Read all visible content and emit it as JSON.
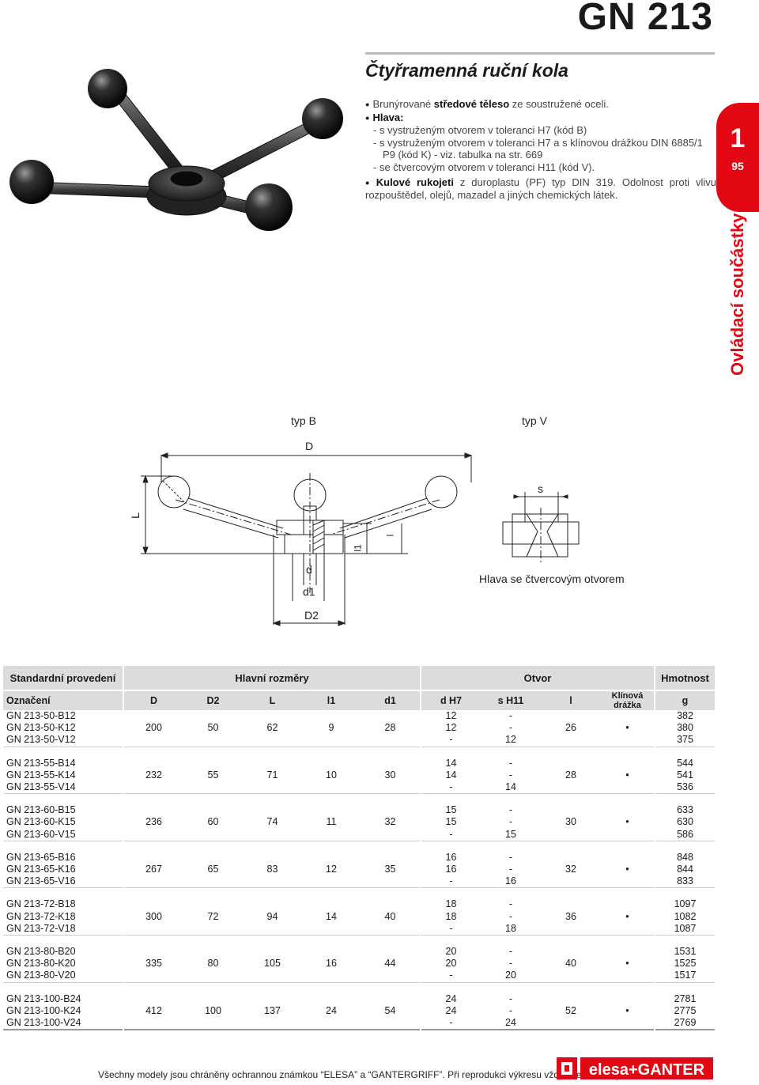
{
  "header": {
    "code": "GN 213",
    "title": "Čtyřramenná ruční kola"
  },
  "tab": {
    "number": "1",
    "page": "95",
    "side_label": "Ovládací součástky"
  },
  "description": {
    "line1_pre": "Brunýrované ",
    "line1_bold": "středové těleso",
    "line1_post": " ze soustružené oceli.",
    "head_label": "Hlava:",
    "head_items": [
      "- s vystruženým otvorem v toleranci H7 (kód B)",
      "- s vystruženým otvorem v toleranci H7 a s klínovou drážkou DIN 6885/1",
      "P9 (kód K) - viz. tabulka na str. 669",
      "- se čtvercovým otvorem v toleranci H11 (kód V)."
    ],
    "grip_bold": "Kulové rukojeti",
    "grip_text": " z duroplastu (PF) typ DIN 319. Odolnost proti vlivu rozpouštědel, olejů, mazadel a jiných chemických látek."
  },
  "drawing": {
    "type_b": "typ B",
    "type_v": "typ V",
    "dim_D": "D",
    "dim_L": "L",
    "dim_l1": "l1",
    "dim_l": "l",
    "dim_d": "d",
    "dim_d1": "d1",
    "dim_D2": "D2",
    "dim_s": "s",
    "caption_v": "Hlava se čtvercovým otvorem"
  },
  "table": {
    "group_headers": [
      "Standardní provedení",
      "Hlavní rozměry",
      "Otvor",
      "Hmotnost"
    ],
    "col_headers": [
      "Označení",
      "D",
      "D2",
      "L",
      "l1",
      "d1",
      "d H7",
      "s H11",
      "l",
      "Klínová drážka",
      "g"
    ],
    "groups": [
      {
        "codes": [
          "GN 213-50-B12",
          "GN 213-50-K12",
          "GN 213-50-V12"
        ],
        "D": "200",
        "D2": "50",
        "L": "62",
        "l1": "9",
        "d1": "28",
        "d": [
          "12",
          "12",
          "-"
        ],
        "s": [
          "-",
          "-",
          "12"
        ],
        "l": "26",
        "key": "•",
        "g": [
          "382",
          "380",
          "375"
        ]
      },
      {
        "codes": [
          "GN 213-55-B14",
          "GN 213-55-K14",
          "GN 213-55-V14"
        ],
        "D": "232",
        "D2": "55",
        "L": "71",
        "l1": "10",
        "d1": "30",
        "d": [
          "14",
          "14",
          "-"
        ],
        "s": [
          "-",
          "-",
          "14"
        ],
        "l": "28",
        "key": "•",
        "g": [
          "544",
          "541",
          "536"
        ]
      },
      {
        "codes": [
          "GN 213-60-B15",
          "GN 213-60-K15",
          "GN 213-60-V15"
        ],
        "D": "236",
        "D2": "60",
        "L": "74",
        "l1": "11",
        "d1": "32",
        "d": [
          "15",
          "15",
          "-"
        ],
        "s": [
          "-",
          "-",
          "15"
        ],
        "l": "30",
        "key": "•",
        "g": [
          "633",
          "630",
          "586"
        ]
      },
      {
        "codes": [
          "GN 213-65-B16",
          "GN 213-65-K16",
          "GN 213-65-V16"
        ],
        "D": "267",
        "D2": "65",
        "L": "83",
        "l1": "12",
        "d1": "35",
        "d": [
          "16",
          "16",
          "-"
        ],
        "s": [
          "-",
          "-",
          "16"
        ],
        "l": "32",
        "key": "•",
        "g": [
          "848",
          "844",
          "833"
        ]
      },
      {
        "codes": [
          "GN 213-72-B18",
          "GN 213-72-K18",
          "GN 213-72-V18"
        ],
        "D": "300",
        "D2": "72",
        "L": "94",
        "l1": "14",
        "d1": "40",
        "d": [
          "18",
          "18",
          "-"
        ],
        "s": [
          "-",
          "-",
          "18"
        ],
        "l": "36",
        "key": "•",
        "g": [
          "1097",
          "1082",
          "1087"
        ]
      },
      {
        "codes": [
          "GN 213-80-B20",
          "GN 213-80-K20",
          "GN 213-80-V20"
        ],
        "D": "335",
        "D2": "80",
        "L": "105",
        "l1": "16",
        "d1": "44",
        "d": [
          "20",
          "20",
          "-"
        ],
        "s": [
          "-",
          "-",
          "20"
        ],
        "l": "40",
        "key": "•",
        "g": [
          "1531",
          "1525",
          "1517"
        ]
      },
      {
        "codes": [
          "GN 213-100-B24",
          "GN 213-100-K24",
          "GN 213-100-V24"
        ],
        "D": "412",
        "D2": "100",
        "L": "137",
        "l1": "24",
        "d1": "54",
        "d": [
          "24",
          "24",
          "-"
        ],
        "s": [
          "-",
          "-",
          "24"
        ],
        "l": "52",
        "key": "•",
        "g": [
          "2781",
          "2775",
          "2769"
        ]
      }
    ]
  },
  "footer": {
    "text": "Všechny modely jsou chráněny ochrannou známkou “ELESA” a “GANTERGRIFF”. Při reprodukci výkresu vždy uveďte zdroj.",
    "logo": "elesa+GANTER"
  }
}
